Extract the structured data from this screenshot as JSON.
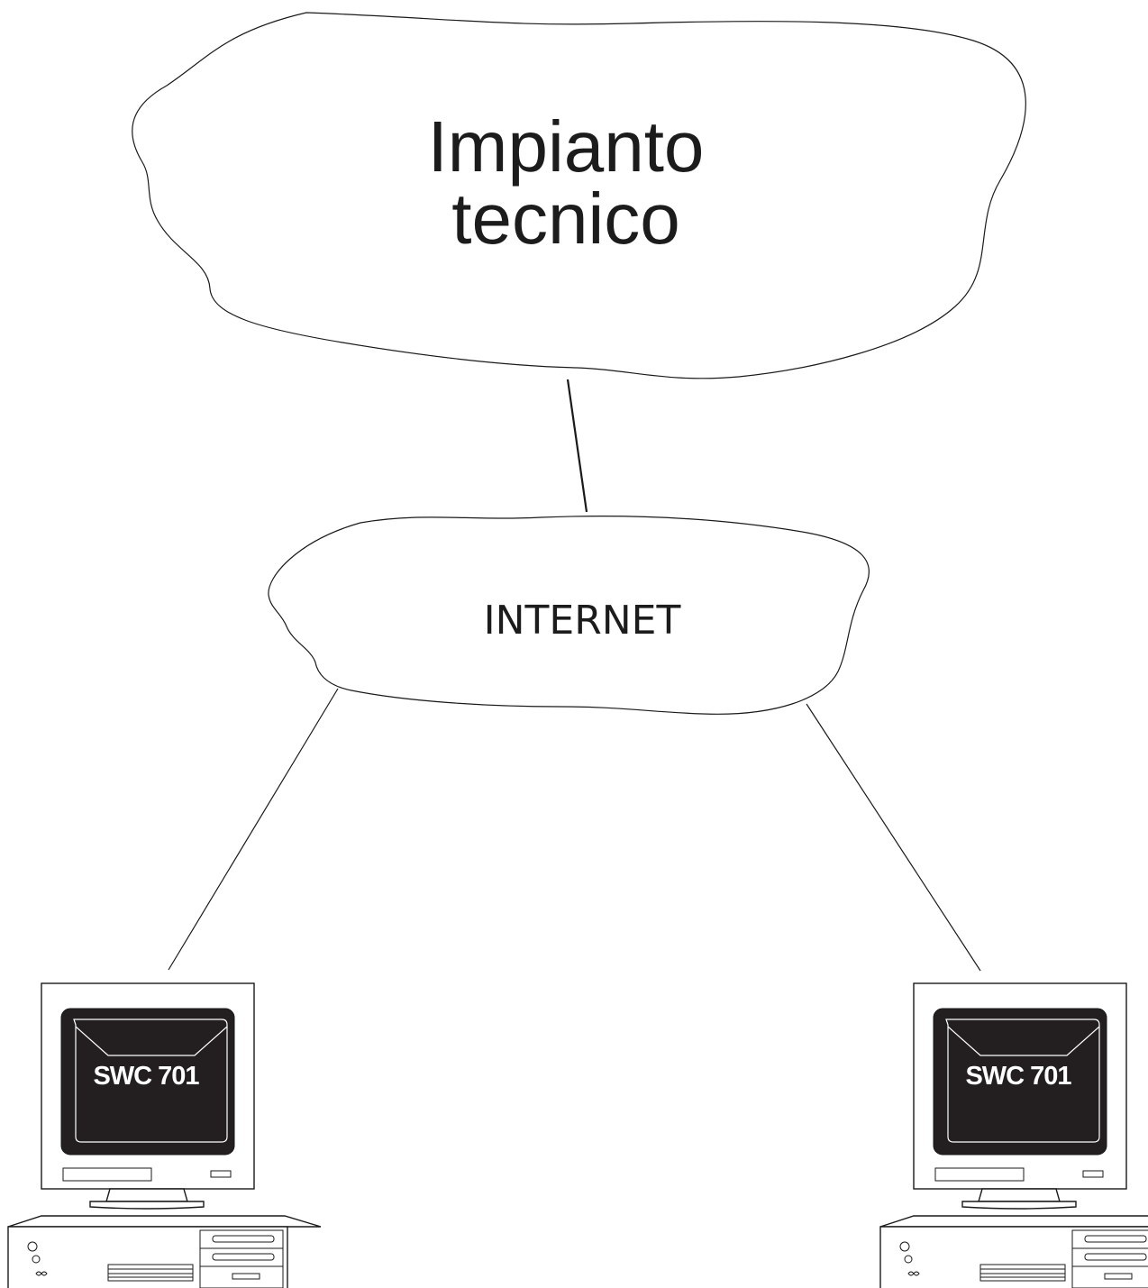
{
  "diagram": {
    "nodes": {
      "plant": {
        "label_line1": "Impianto",
        "label_line2": "tecnico"
      },
      "internet": {
        "label": "INTERNET"
      },
      "client_left": {
        "screen_label": "SWC 701"
      },
      "client_right": {
        "screen_label": "SWC 701"
      }
    },
    "connections": [
      {
        "from": "plant",
        "to": "internet"
      },
      {
        "from": "internet",
        "to": "client_left"
      },
      {
        "from": "internet",
        "to": "client_right"
      }
    ]
  }
}
